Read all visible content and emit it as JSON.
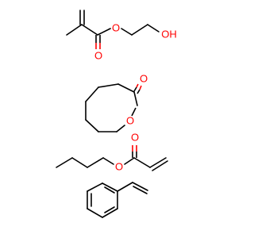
{
  "colors": {
    "bond": "#000000",
    "oxygen": "#ff0000",
    "background": "#ffffff"
  },
  "molecules": {
    "hema": {
      "ester_o": "O",
      "carbonyl_o": "O",
      "hydroxyl": "OH"
    },
    "caprolactone": {
      "carbonyl_o": "O",
      "ring_o": "O"
    },
    "butyl_acrylate": {
      "ester_o": "O",
      "carbonyl_o": "O"
    },
    "styrene": {}
  }
}
